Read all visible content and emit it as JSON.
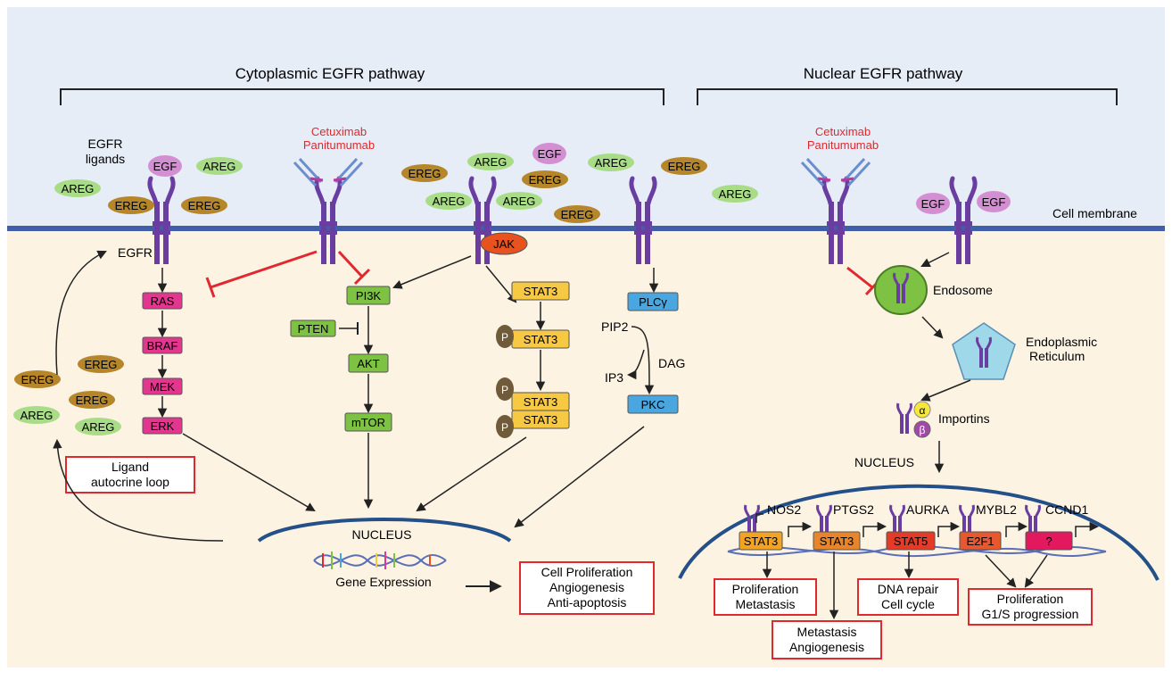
{
  "headers": {
    "cytoplasmic": "Cytoplasmic  EGFR  pathway",
    "nuclear": "Nuclear  EGFR  pathway"
  },
  "labels": {
    "egfr_ligands_1": "EGFR",
    "egfr_ligands_2": "ligands",
    "egfr": "EGFR",
    "cell_membrane": "Cell membrane",
    "endosome": "Endosome",
    "er_1": "Endoplasmic",
    "er_2": "Reticulum",
    "importins": "Importins",
    "nucleus_left": "NUCLEUS",
    "nucleus_right": "NUCLEUS",
    "gene_expression": "Gene Expression",
    "pip2": "PIP2",
    "dag": "DAG",
    "ip3": "IP3",
    "alpha": "α",
    "beta": "β"
  },
  "drugs": {
    "left_1": "Cetuximab",
    "left_2": "Panitumumab",
    "right_1": "Cetuximab",
    "right_2": "Panitumumab"
  },
  "ligands": {
    "egf": "EGF",
    "areg": "AREG",
    "ereg": "EREG"
  },
  "nodes": {
    "ras": "RAS",
    "braf": "BRAF",
    "mek": "MEK",
    "erk": "ERK",
    "pi3k": "PI3K",
    "pten": "PTEN",
    "akt": "AKT",
    "mtor": "mTOR",
    "jak": "JAK",
    "stat3": "STAT3",
    "p": "P",
    "plcg": "PLCγ",
    "pkc": "PKC",
    "stat5": "STAT5",
    "e2f1": "E2F1",
    "unknown": "?"
  },
  "genes": {
    "nos2": "NOS2",
    "ptgs2": "PTGS2",
    "aurka": "AURKA",
    "mybl2": "MYBL2",
    "ccnd1": "CCND1"
  },
  "outcomes": {
    "ligand_loop_1": "Ligand",
    "ligand_loop_2": "autocrine loop",
    "cell_prolif_1": "Cell Proliferation",
    "cell_prolif_2": "Angiogenesis",
    "cell_prolif_3": "Anti-apoptosis",
    "prolif_meta_1": "Proliferation",
    "prolif_meta_2": "Metastasis",
    "meta_angio_1": "Metastasis",
    "meta_angio_2": "Angiogenesis",
    "dna_1": "DNA repair",
    "dna_2": "Cell cycle",
    "g1s_1": "Proliferation",
    "g1s_2": "G1/S progression"
  },
  "colors": {
    "extracellular": "#e6edf7",
    "cytoplasm": "#fcf3e3",
    "membrane": "#3f5fa8",
    "receptor": "#6a3da0",
    "ras_pathway": "#e2368f",
    "pi3k_pathway": "#7dc242",
    "stat": "#f7c842",
    "plc": "#4aa6df",
    "jak": "#e8521f",
    "inhibitor": "#e0282e",
    "drug_text": "#e0282e"
  }
}
